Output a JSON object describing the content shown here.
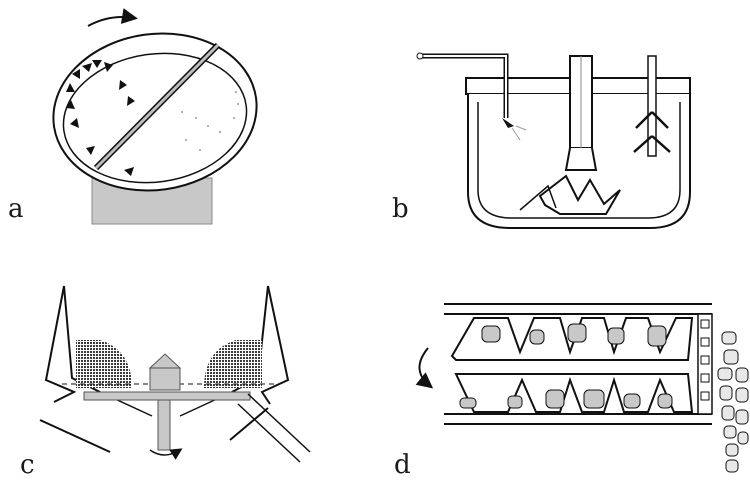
{
  "panels": {
    "a": {
      "label": "a"
    },
    "b": {
      "label": "b"
    },
    "c": {
      "label": "c"
    },
    "d": {
      "label": "d"
    }
  },
  "colors": {
    "stroke": "#111111",
    "gray_fill": "#c8c8c8",
    "dark_hatch": "#444444"
  }
}
